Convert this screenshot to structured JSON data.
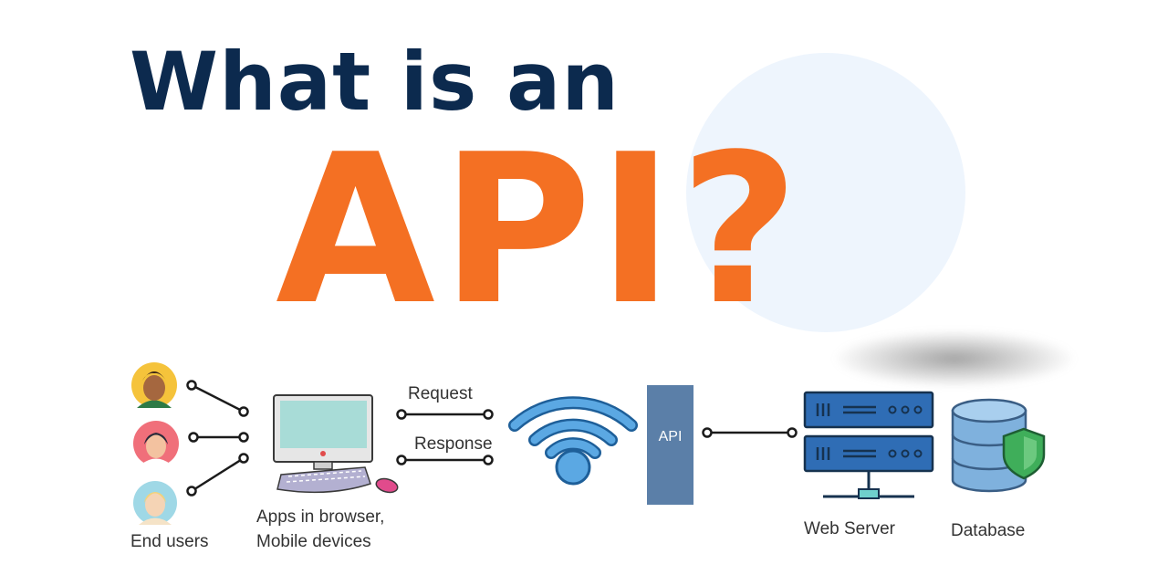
{
  "title": "What is an",
  "highlight": "API?",
  "labels": {
    "end_users": "End users",
    "apps_line1": "Apps in browser,",
    "apps_line2": "Mobile devices",
    "request": "Request",
    "response": "Response",
    "api": "API",
    "web_server": "Web Server",
    "database": "Database"
  },
  "colors": {
    "title": "#0c2a4e",
    "accent": "#f47023",
    "api_box": "#5b7fa8",
    "wifi": "#2f81c6",
    "server": "#2f6db5"
  }
}
